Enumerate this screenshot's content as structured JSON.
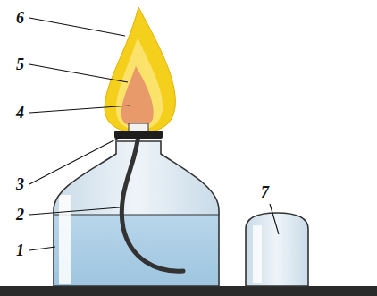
{
  "diagram": {
    "labels": [
      "6",
      "5",
      "4",
      "3",
      "2",
      "1",
      "7"
    ]
  }
}
